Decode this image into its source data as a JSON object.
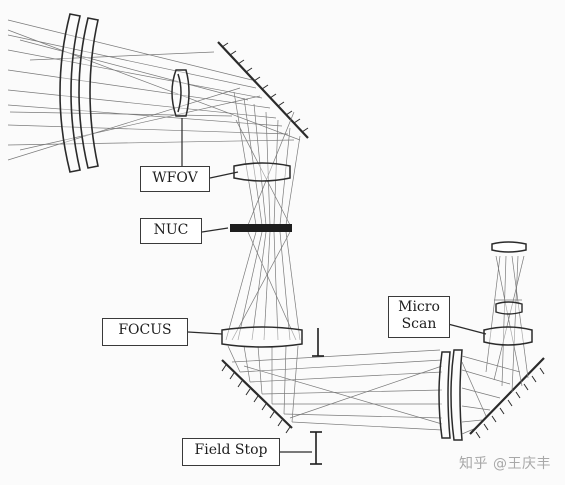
{
  "diagram": {
    "labels": {
      "wfov": "WFOV",
      "nuc": "NUC",
      "focus": "FOCUS",
      "micro_scan_line1": "Micro",
      "micro_scan_line2": "Scan",
      "field_stop": "Field Stop"
    },
    "watermark": "知乎 @王庆丰",
    "colors": {
      "ink": "#2b2b2b",
      "ray": "#7a7a7a",
      "background": "#fbfbfb"
    }
  }
}
